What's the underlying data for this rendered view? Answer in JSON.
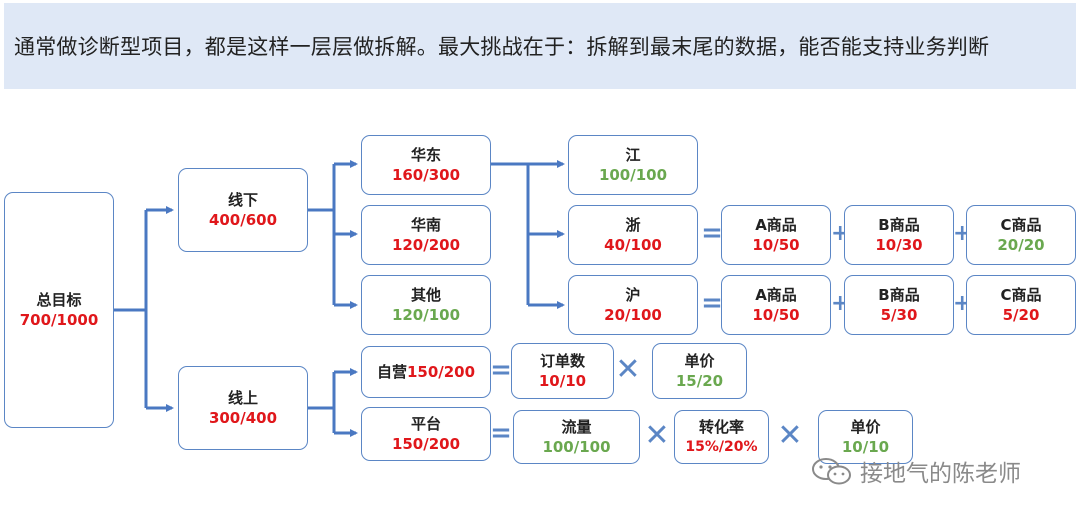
{
  "banner": {
    "text": "通常做诊断型项目，都是这样一层层做拆解。最大挑战在于：拆解到最末尾的数据，能否能支持业务判断"
  },
  "nodes": {
    "total": {
      "name": "总目标",
      "value": "700/1000"
    },
    "offline": {
      "name": "线下",
      "value": "400/600"
    },
    "online": {
      "name": "线上",
      "value": "300/400"
    },
    "east": {
      "name": "华东",
      "value": "160/300"
    },
    "south": {
      "name": "华南",
      "value": "120/200"
    },
    "other": {
      "name": "其他",
      "value": "120/100"
    },
    "jiang": {
      "name": "江",
      "value": "100/100"
    },
    "zhe": {
      "name": "浙",
      "value": "40/100"
    },
    "hu": {
      "name": "沪",
      "value": "20/100"
    },
    "zhe_a": {
      "name": "A商品",
      "value": "10/50"
    },
    "zhe_b": {
      "name": "B商品",
      "value": "10/30"
    },
    "zhe_c": {
      "name": "C商品",
      "value": "20/20"
    },
    "hu_a": {
      "name": "A商品",
      "value": "10/50"
    },
    "hu_b": {
      "name": "B商品",
      "value": "5/30"
    },
    "hu_c": {
      "name": "C商品",
      "value": "5/20"
    },
    "self": {
      "name": "自营",
      "value": "150/200"
    },
    "orders": {
      "name": "订单数",
      "value": "10/10"
    },
    "price1": {
      "name": "单价",
      "value": "15/20"
    },
    "platform": {
      "name": "平台",
      "value": "150/200"
    },
    "traffic": {
      "name": "流量",
      "value": "100/100"
    },
    "conversion": {
      "name": "转化率",
      "value": "15%/20%"
    },
    "price2": {
      "name": "单价",
      "value": "10/10"
    }
  },
  "operators": {
    "equals": "=",
    "plus": "+",
    "times": "✕"
  },
  "watermark": {
    "text": "接地气的陈老师",
    "icon": "wechat-icon"
  },
  "colors": {
    "border": "#5b86c5",
    "arrow": "#4a78c2",
    "over_target": "#e0171b",
    "on_target": "#6aa84f",
    "banner_bg": "#dfe8f6"
  }
}
